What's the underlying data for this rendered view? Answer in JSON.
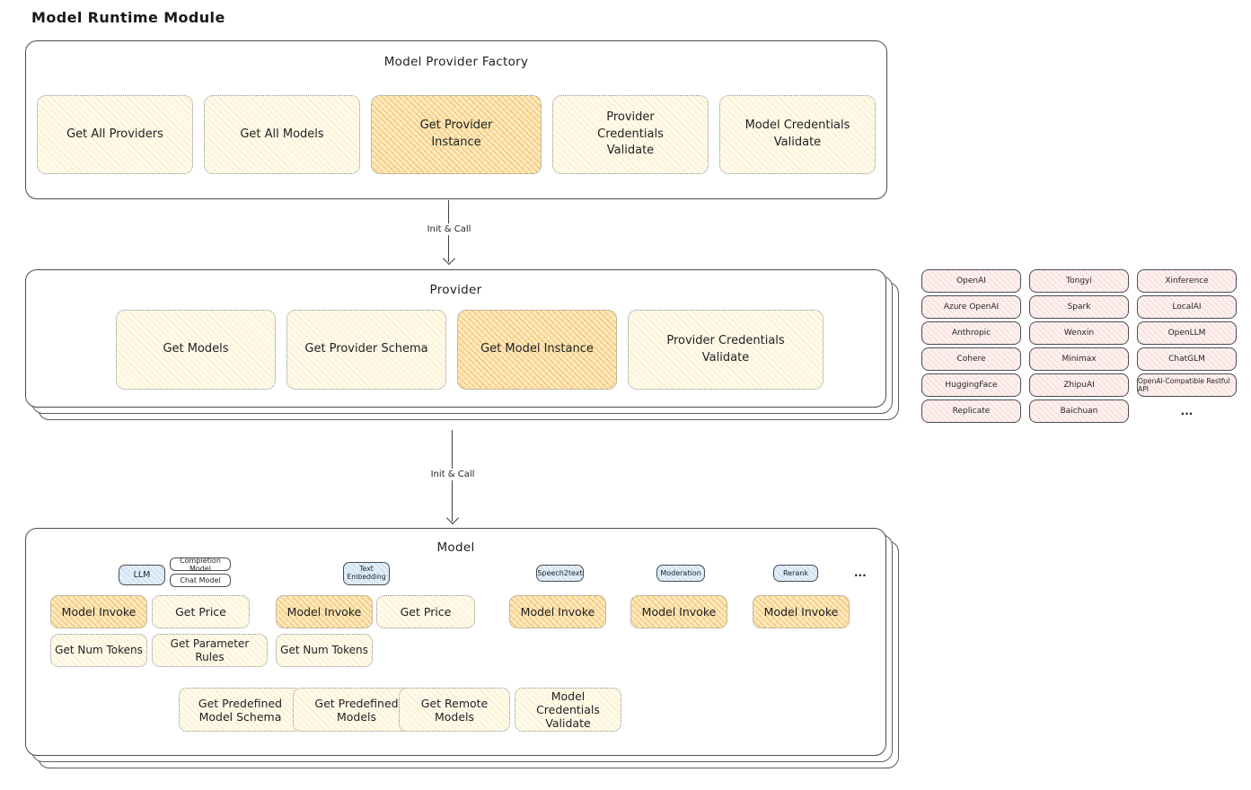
{
  "title": "Model Runtime Module",
  "arrow1": {
    "label": "Init & Call"
  },
  "arrow2": {
    "label": "Init & Call"
  },
  "factory": {
    "title": "Model Provider Factory",
    "cards": [
      {
        "label": "Get All Providers"
      },
      {
        "label": "Get All Models"
      },
      {
        "label": "Get Provider Instance"
      },
      {
        "label": "Provider Credentials Validate"
      },
      {
        "label": "Model Credentials Validate"
      }
    ]
  },
  "provider": {
    "title": "Provider",
    "cards": [
      {
        "label": "Get Models"
      },
      {
        "label": "Get Provider Schema"
      },
      {
        "label": "Get Model Instance"
      },
      {
        "label": "Provider Credentials Validate"
      }
    ]
  },
  "providers_list": {
    "names": [
      "OpenAI",
      "Tongyi",
      "Xinference",
      "Azure OpenAI",
      "Spark",
      "LocalAI",
      "Anthropic",
      "Wenxin",
      "OpenLLM",
      "Cohere",
      "Minimax",
      "ChatGLM",
      "HuggingFace",
      "ZhipuAI",
      "OpenAI-Compatible Restful API",
      "Replicate",
      "Baichuan"
    ],
    "more": "..."
  },
  "model": {
    "title": "Model",
    "tags": {
      "llm": "LLM",
      "completion_model": "Completion Model",
      "chat_model": "Chat Model",
      "text_embedding": "Text Embedding",
      "speech2text": "Speech2text",
      "moderation": "Moderation",
      "rerank": "Rerank",
      "more": "..."
    },
    "cards": {
      "model_invoke": "Model Invoke",
      "get_price": "Get Price",
      "get_num_tokens": "Get Num Tokens",
      "get_parameter_rules": "Get Parameter Rules"
    },
    "bottom_cards": [
      {
        "label": "Get Predefined Model Schema"
      },
      {
        "label": "Get Predefined Models"
      },
      {
        "label": "Get Remote Models"
      },
      {
        "label": "Model Credentials Validate"
      }
    ]
  },
  "colors": {
    "highlight_orange": "#f4a631",
    "light_yellow": "#fffbec",
    "pink": "#fdf1ef",
    "blue": "#e3eef9",
    "border": "#4a4d52"
  }
}
